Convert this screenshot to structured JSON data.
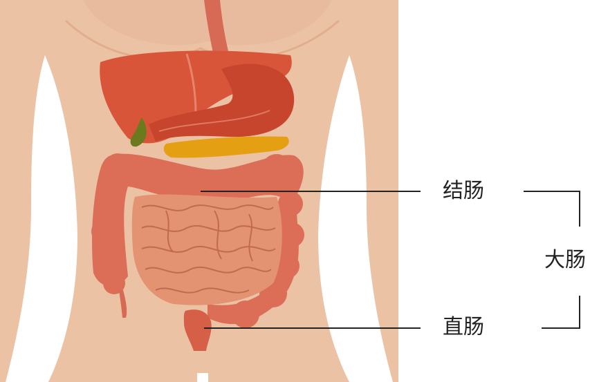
{
  "labels": {
    "colon": "结肠",
    "rectum": "直肠",
    "large_intestine": "大肠"
  },
  "colors": {
    "skin": "#ecc2a5",
    "skin_shade": "#e2ad8d",
    "liver": "#d9553a",
    "stomach": "#cf4e33",
    "pancreas": "#e4a012",
    "gallbladder": "#6b7a1d",
    "colon": "#dc6d57",
    "small_intestine": "#e39272",
    "leader_line": "#222222"
  }
}
